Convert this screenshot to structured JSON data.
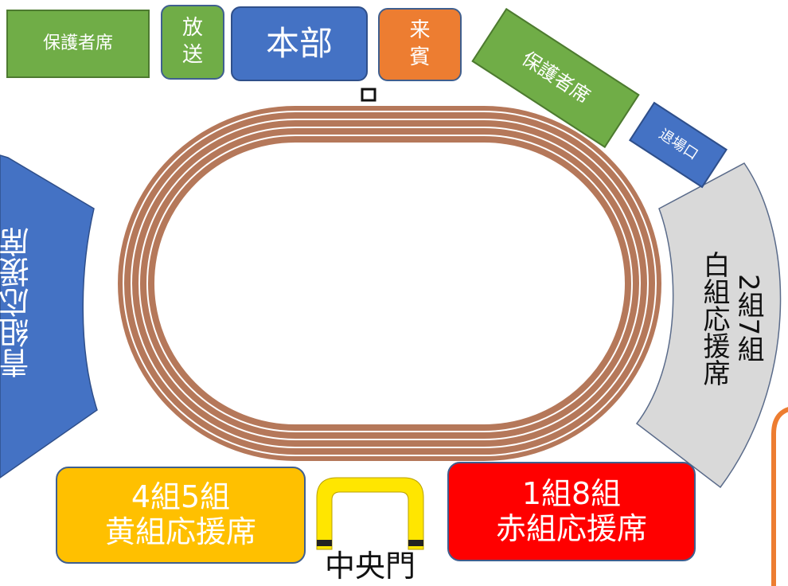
{
  "colors": {
    "green": "#70ad47",
    "blue": "#4472c4",
    "orange": "#ed7d31",
    "yellow": "#ffc000",
    "red": "#ff0000",
    "gray": "#d9d9d9",
    "track": "#b5785a",
    "gate": "#ffe600"
  },
  "top": {
    "guardian_left": "保護者席",
    "broadcast": "放送",
    "hq": "本部",
    "guest": "来賓"
  },
  "right": {
    "guardian_right": "保護者席",
    "exit": "退場口",
    "white_line1": "2組7組",
    "white_line2": "白組応援席"
  },
  "left": {
    "blue_label": "青組応援席"
  },
  "bottom": {
    "yellow_line1": "4組5組",
    "yellow_line2": "黄組応援席",
    "red_line1": "1組8組",
    "red_line2": "赤組応援席",
    "gate": "中央門"
  }
}
